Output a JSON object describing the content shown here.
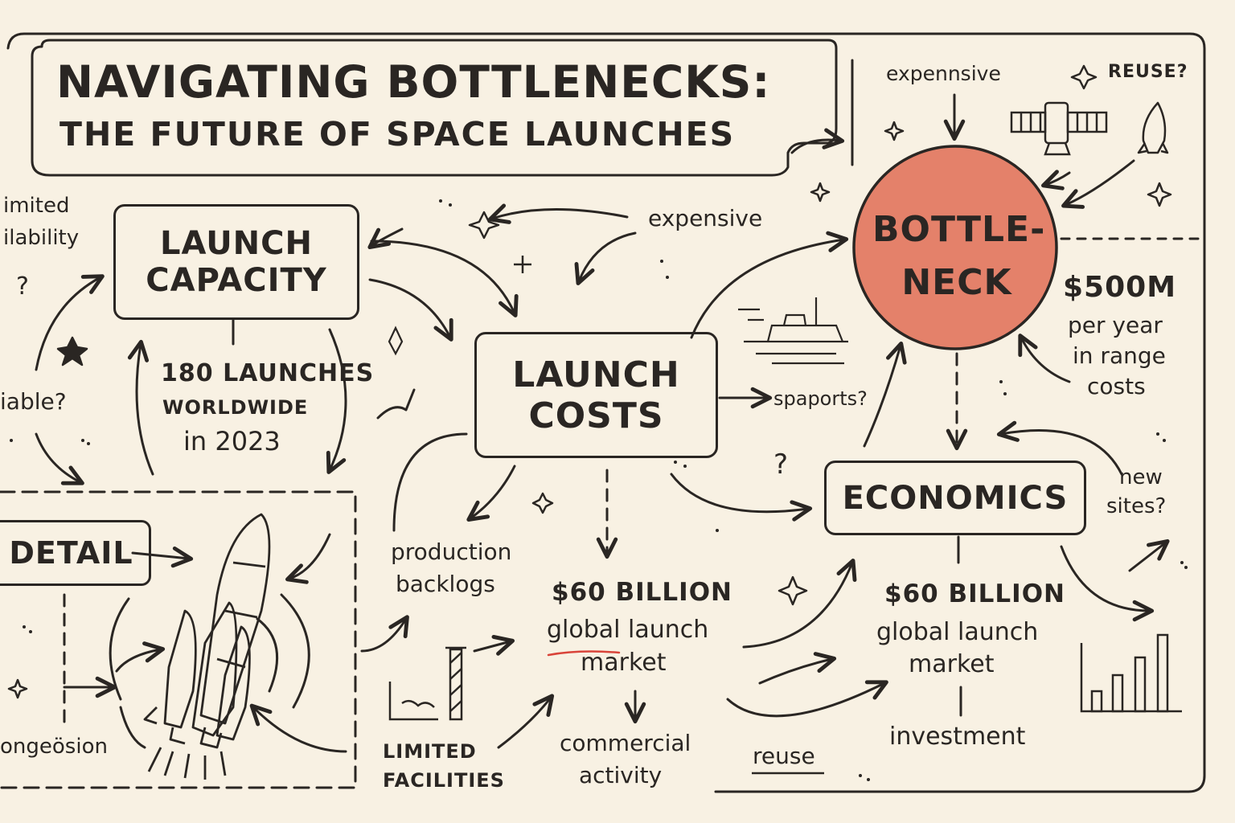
{
  "title": {
    "line1": "NAVIGATING BOTTLENECKS:",
    "line2": "THE FUTURE OF SPACE LAUNCHES"
  },
  "nodes": {
    "launch_capacity": [
      "LAUNCH",
      "CAPACITY"
    ],
    "launch_costs": [
      "LAUNCH",
      "COSTS"
    ],
    "bottleneck": [
      "BOTTLE-",
      "NECK"
    ],
    "economics": "ECONOMICS",
    "detail": "DETAIL"
  },
  "annotations": {
    "limited_availability": [
      "imited",
      "ilability"
    ],
    "q_left": "?",
    "reliable": "iable?",
    "launches_count": "180 LAUNCHES",
    "launches_where": "WORLDWIDE",
    "launches_year": "in 2023",
    "expensive_top": "expennsive",
    "reuse_top": "REUSE?",
    "expensive_mid": "expensive",
    "spaports": "spaports?",
    "q_mid": "?",
    "range_amount": "$500M",
    "range_l1": "per year",
    "range_l2": "in range",
    "range_l3": "costs",
    "new_sites": [
      "new",
      "sites?"
    ],
    "production": [
      "production",
      "backlogs"
    ],
    "market_left_amount": "$60 BILLION",
    "market_left_l1": "global launch",
    "market_left_l2": "market",
    "market_right_amount": "$60 BILLION",
    "market_right_l1": "global launch",
    "market_right_l2": "market",
    "commercial": [
      "commercial",
      "activity"
    ],
    "limited_facilities": [
      "LIMITED",
      "FACILITIES"
    ],
    "reuse_bottom": "reuse",
    "investment": "investment",
    "congestion": "ongeösion"
  },
  "colors": {
    "ink": "#2a2623",
    "paper": "#f8f1e3",
    "bottleneck_fill": "#e4816a",
    "underline_red": "#d9443a"
  },
  "icons": [
    "satellite-icon",
    "rocket-icon",
    "launch-tower-icon",
    "ship-icon",
    "sparkle-icon",
    "bar-chart-icon"
  ]
}
